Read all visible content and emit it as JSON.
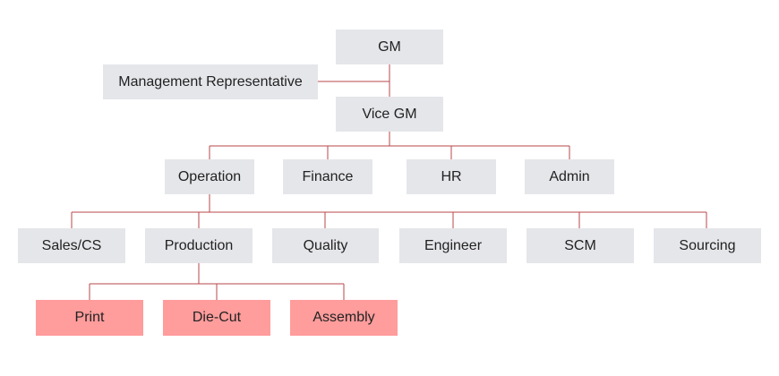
{
  "colors": {
    "box": "#e5e6ea",
    "highlight": "#ff9c9c",
    "line": "#b8474b"
  },
  "org_chart": {
    "gm": "GM",
    "management_representative": "Management Representative",
    "vice_gm": "Vice GM",
    "departments": [
      "Operation",
      "Finance",
      "HR",
      "Admin"
    ],
    "operation_units": [
      "Sales/CS",
      "Production",
      "Quality",
      "Engineer",
      "SCM",
      "Sourcing"
    ],
    "production_units": [
      "Print",
      "Die-Cut",
      "Assembly"
    ]
  }
}
